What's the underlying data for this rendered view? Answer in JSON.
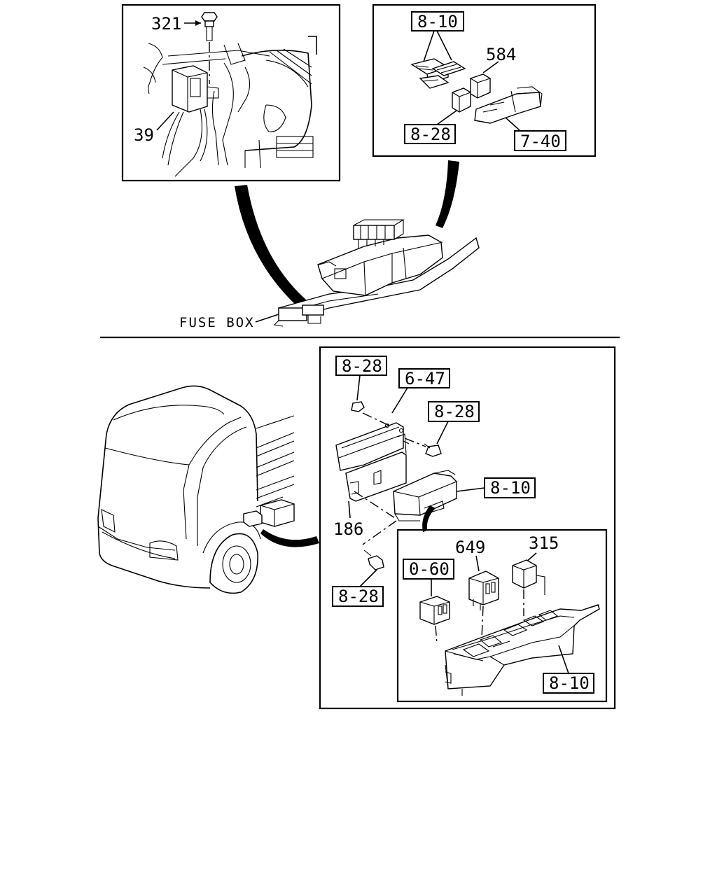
{
  "diagram": {
    "top_left_panel": {
      "labels": {
        "bolt": "321",
        "relay": "39"
      }
    },
    "top_right_panel": {
      "labels": {
        "connectors": "8-10",
        "relay": "584",
        "relay_ref": "8-28",
        "bracket_ref": "7-40"
      }
    },
    "fuse_box_label": "FUSE BOX",
    "bottom_panel": {
      "labels": {
        "nut_ref": "8-28",
        "bracket_ref": "6-47",
        "bolt_ref_top": "8-28",
        "fusebox_ref": "8-10",
        "bracket_num": "186",
        "bolt_ref_bottom": "8-28"
      }
    },
    "detail_panel": {
      "labels": {
        "relay_a": "649",
        "relay_b": "315",
        "relay_ref": "0-60",
        "box_ref": "8-10"
      }
    }
  }
}
